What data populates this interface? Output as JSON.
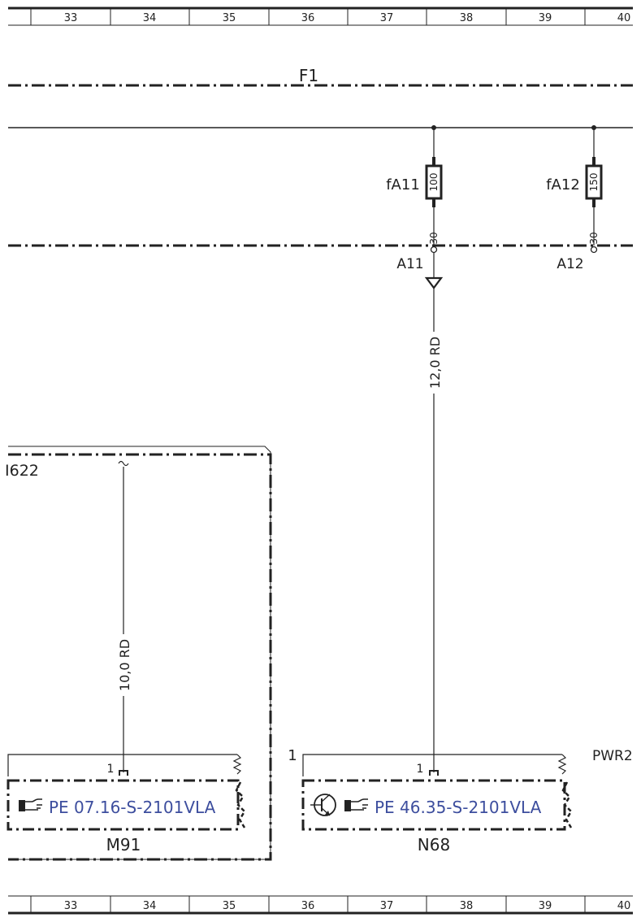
{
  "ruler": {
    "columns": [
      "33",
      "34",
      "35",
      "36",
      "37",
      "38",
      "39",
      "40"
    ]
  },
  "fuse_box": {
    "label": "F1"
  },
  "fuses": [
    {
      "name": "fA11",
      "rating": "100",
      "pin": "30",
      "terminal": "A11"
    },
    {
      "name": "fA12",
      "rating": "150",
      "pin": "30",
      "terminal": "A12"
    }
  ],
  "wires": [
    {
      "spec": "12,0 RD"
    },
    {
      "spec": "10,0 RD"
    }
  ],
  "left_module": {
    "label": "I622"
  },
  "connectors": [
    {
      "label": "M91",
      "pin": "1",
      "reference": "PE 07.16-S-2101VLA"
    },
    {
      "label": "N68",
      "pin": "1",
      "outer_pin": "1",
      "reference": "PE 46.35-S-2101VLA"
    }
  ],
  "offpage": {
    "label": "PWR2"
  },
  "icons": {
    "reference": "pointing-hand-icon",
    "transistor": "transistor-icon"
  }
}
